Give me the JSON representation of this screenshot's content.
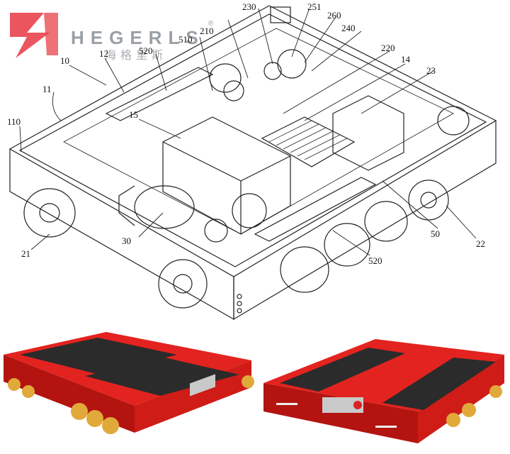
{
  "brand": {
    "name": "HEGERLS",
    "chinese_name": "海格里斯",
    "registered_mark": "®",
    "logo_color": "#e9424b"
  },
  "callouts": [
    {
      "id": "c10",
      "label": "10"
    },
    {
      "id": "c11",
      "label": "11"
    },
    {
      "id": "c12",
      "label": "12"
    },
    {
      "id": "c14",
      "label": "14"
    },
    {
      "id": "c15",
      "label": "15"
    },
    {
      "id": "c21",
      "label": "21"
    },
    {
      "id": "c22",
      "label": "22"
    },
    {
      "id": "c23",
      "label": "23"
    },
    {
      "id": "c30",
      "label": "30"
    },
    {
      "id": "c50",
      "label": "50"
    },
    {
      "id": "c110",
      "label": "110"
    },
    {
      "id": "c210",
      "label": "210"
    },
    {
      "id": "c220",
      "label": "220"
    },
    {
      "id": "c230",
      "label": "230"
    },
    {
      "id": "c240",
      "label": "240"
    },
    {
      "id": "c251",
      "label": "251"
    },
    {
      "id": "c260",
      "label": "260"
    },
    {
      "id": "c510",
      "label": "510"
    },
    {
      "id": "c520a",
      "label": "520"
    },
    {
      "id": "c520b",
      "label": "520"
    }
  ],
  "colors": {
    "body_red": "#e3231f",
    "body_dark_red": "#b3140f",
    "top_pad": "#2b2b2b",
    "wheel_yellow": "#e1a93a",
    "line": "#222222"
  }
}
